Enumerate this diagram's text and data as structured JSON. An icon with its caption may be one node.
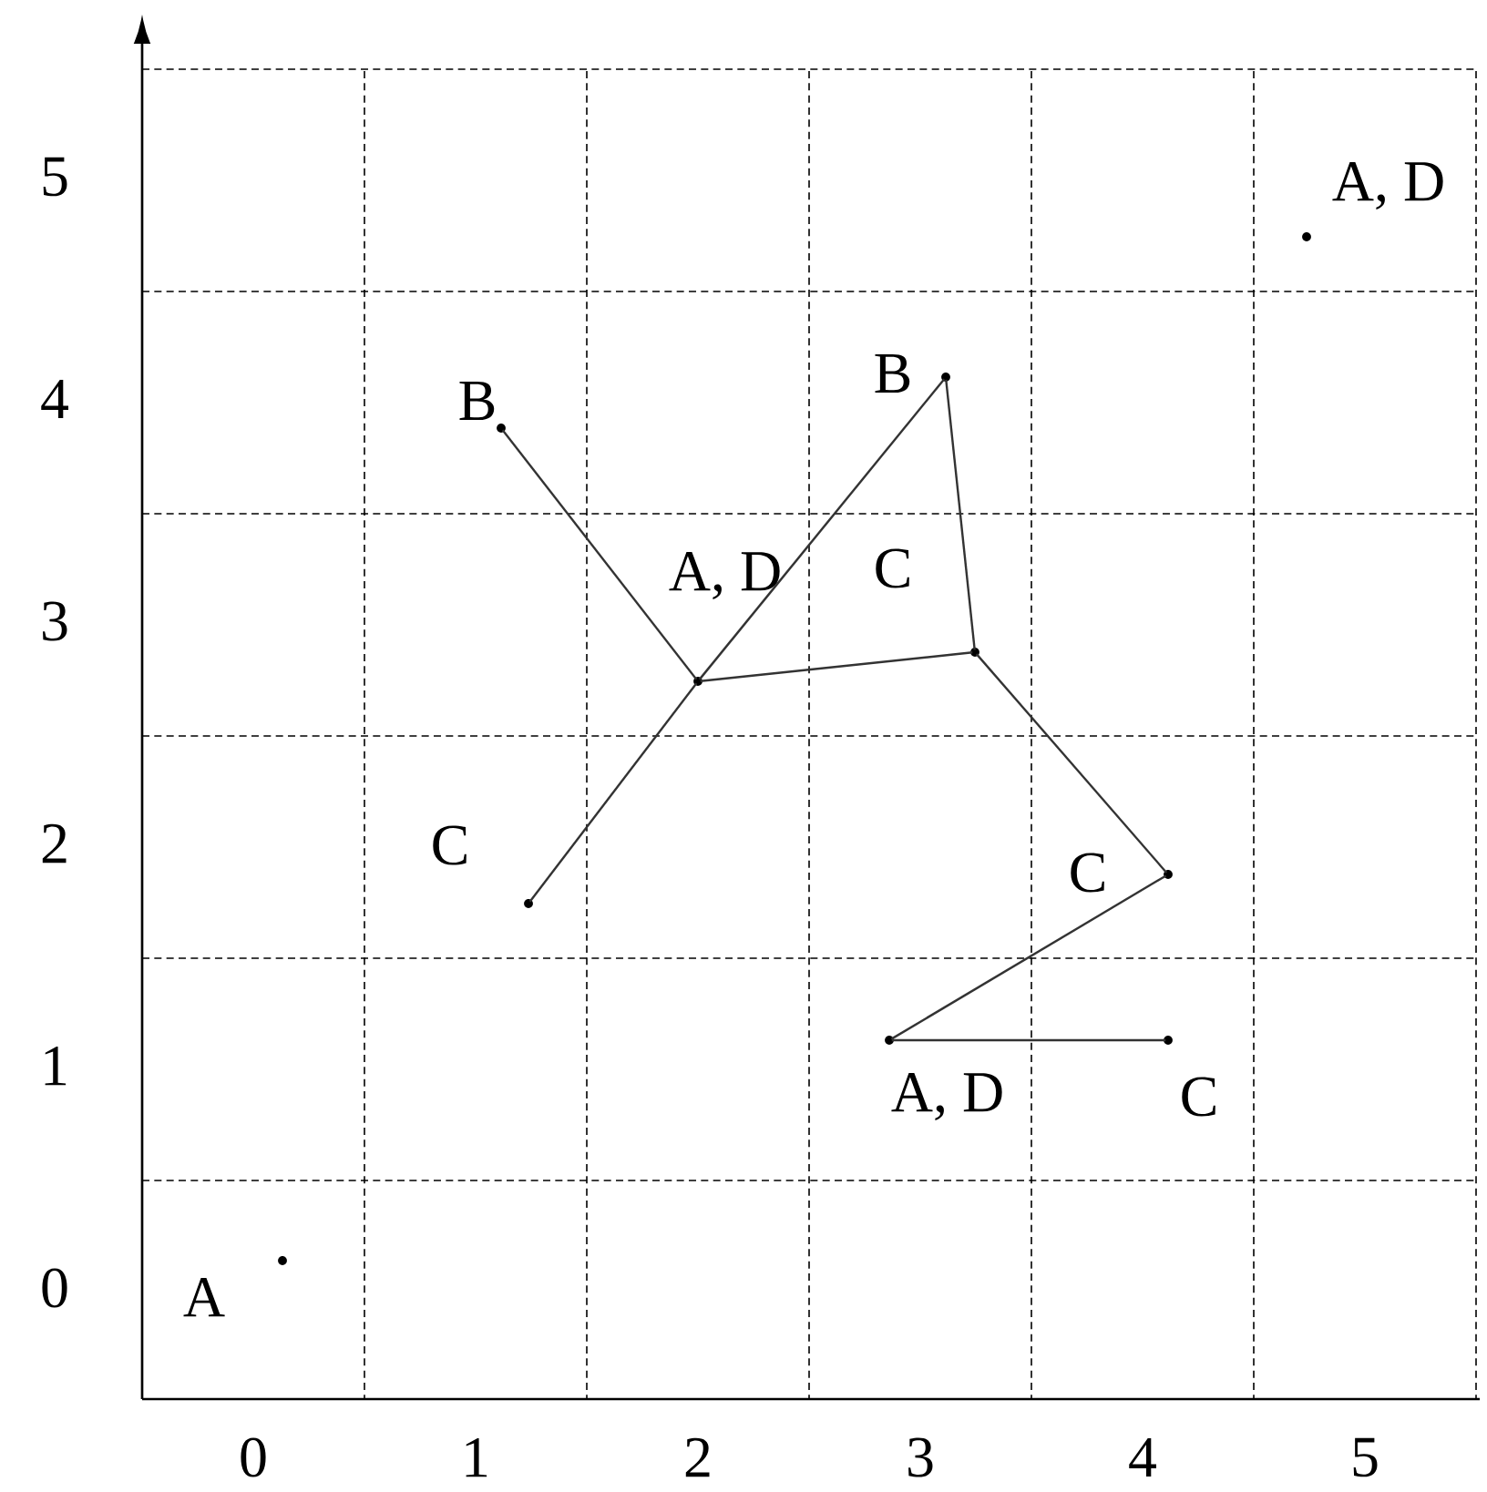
{
  "diagram": {
    "nodes": [
      {
        "text": [],
        "shape": "circle",
        "beside": [
          "A"
        ]
      },
      {
        "text": [],
        "shape": "circle",
        "beside": [
          "A, D"
        ]
      },
      {
        "text": [],
        "shape": "circle",
        "beside": [
          "B"
        ]
      },
      {
        "text": [],
        "shape": "circle",
        "beside": [
          "B"
        ]
      },
      {
        "text": [],
        "shape": "circle",
        "beside": [
          "A, D"
        ]
      },
      {
        "text": [],
        "shape": "circle",
        "beside": [
          "C"
        ]
      },
      {
        "text": [],
        "shape": "circle",
        "beside": [
          "C"
        ]
      },
      {
        "text": [],
        "shape": "circle",
        "beside": [
          "C"
        ]
      },
      {
        "text": [],
        "shape": "circle",
        "beside": [
          "A, D"
        ]
      },
      {
        "text": [],
        "shape": "circle",
        "beside": [
          "C"
        ]
      }
    ],
    "edges": [
      {
        "from": 2,
        "to": 4,
        "arrow": "none"
      },
      {
        "from": 4,
        "to": 3,
        "arrow": "none"
      },
      {
        "from": 4,
        "to": 6,
        "arrow": "none"
      },
      {
        "from": 4,
        "to": 5,
        "arrow": "none"
      },
      {
        "from": 3,
        "to": 5,
        "arrow": "none"
      },
      {
        "from": 5,
        "to": 7,
        "arrow": "none"
      },
      {
        "from": 7,
        "to": 8,
        "arrow": "none"
      },
      {
        "from": 8,
        "to": 9,
        "arrow": "none"
      }
    ],
    "labels": [
      "5",
      "4",
      "3",
      "2",
      "1",
      "0",
      "0",
      "1",
      "2",
      "3",
      "4",
      "5"
    ]
  }
}
